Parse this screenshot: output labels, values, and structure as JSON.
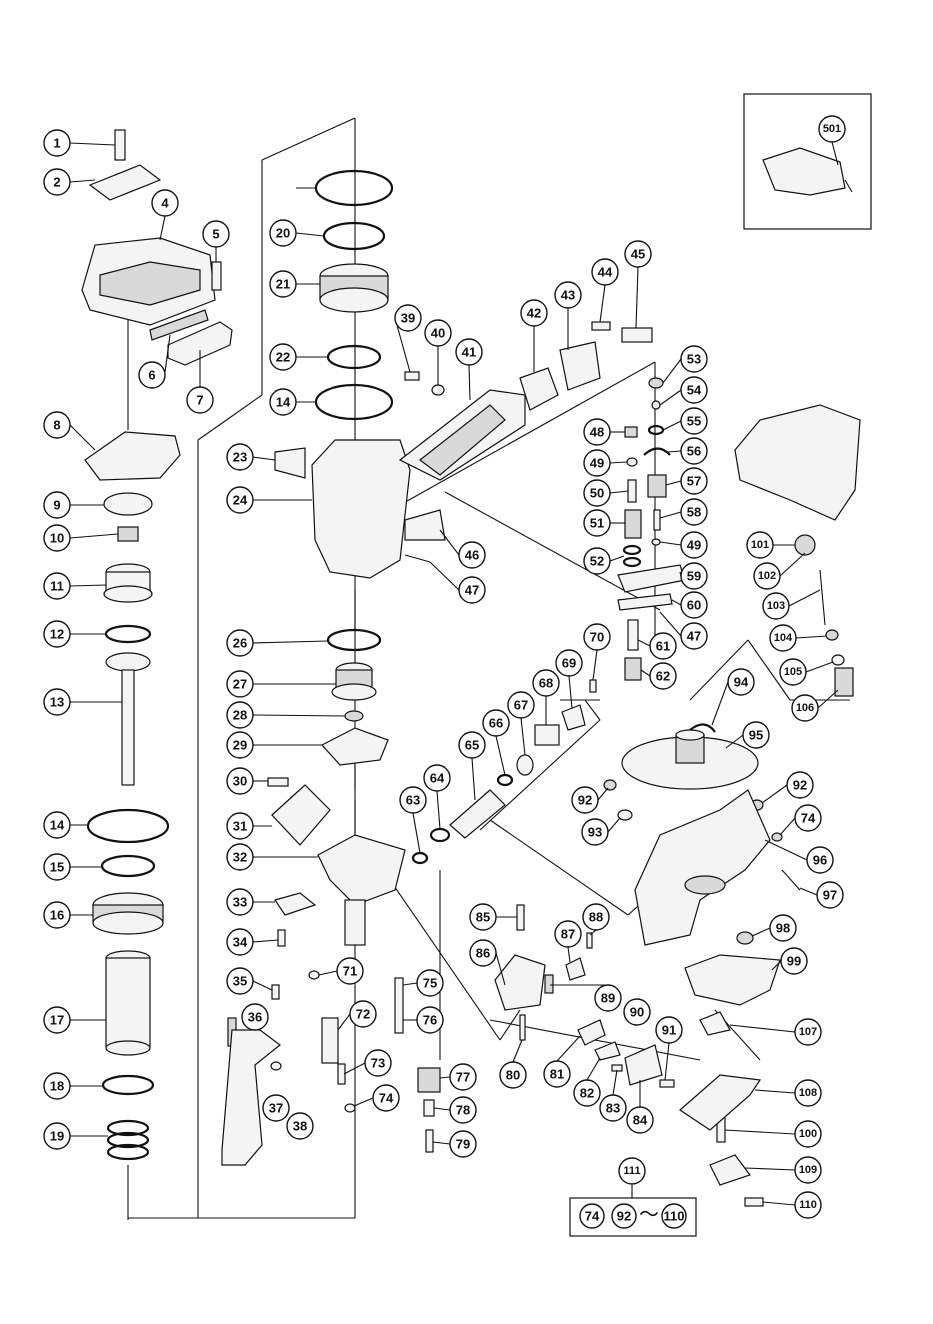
{
  "labels": [
    "1",
    "2",
    "4",
    "5",
    "6",
    "7",
    "8",
    "9",
    "10",
    "11",
    "12",
    "13",
    "14",
    "15",
    "16",
    "17",
    "18",
    "19",
    "20",
    "21",
    "22",
    "14",
    "23",
    "24",
    "26",
    "27",
    "28",
    "29",
    "30",
    "31",
    "32",
    "33",
    "34",
    "35",
    "36",
    "37",
    "38",
    "39",
    "40",
    "41",
    "42",
    "43",
    "44",
    "45",
    "46",
    "47",
    "48",
    "49",
    "50",
    "51",
    "52",
    "53",
    "54",
    "55",
    "56",
    "57",
    "58",
    "49",
    "59",
    "60",
    "47",
    "61",
    "62",
    "63",
    "64",
    "65",
    "66",
    "67",
    "68",
    "69",
    "70",
    "71",
    "72",
    "73",
    "74",
    "75",
    "76",
    "77",
    "78",
    "79",
    "80",
    "81",
    "82",
    "83",
    "84",
    "85",
    "86",
    "87",
    "88",
    "89",
    "90",
    "91",
    "92",
    "92",
    "93",
    "94",
    "95",
    "74",
    "96",
    "97",
    "98",
    "99",
    "100",
    "101",
    "102",
    "103",
    "104",
    "105",
    "106",
    "107",
    "108",
    "109",
    "110",
    "111",
    "501"
  ],
  "set_box": {
    "left": "74",
    "range_start": "92",
    "tilde": "～",
    "range_end": "110"
  }
}
